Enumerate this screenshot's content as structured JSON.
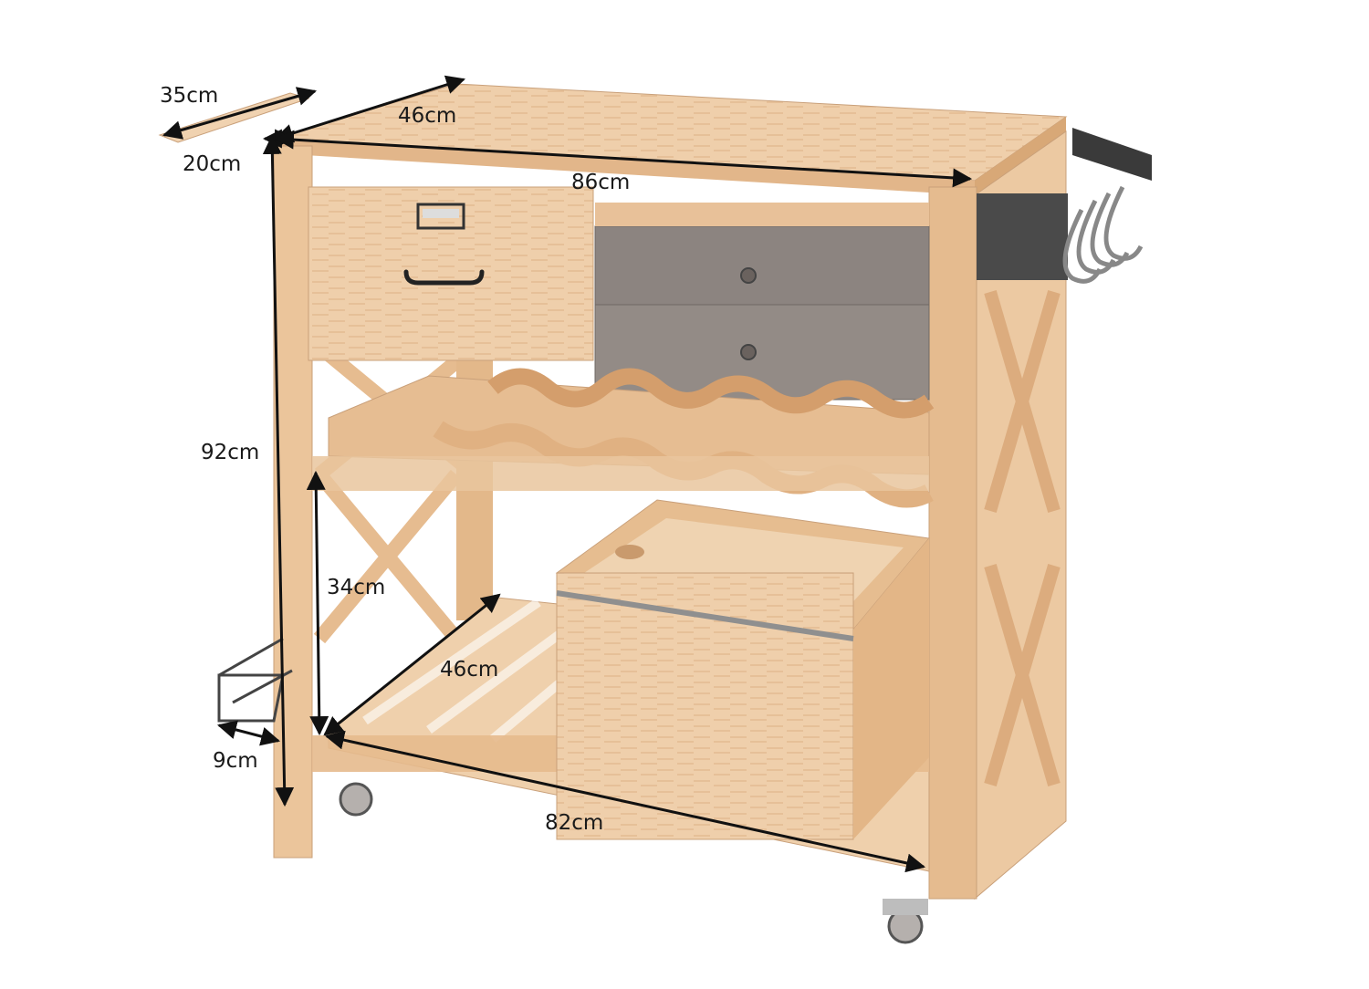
{
  "dimensions": {
    "shelf_depth": "35cm",
    "top_depth": "46cm",
    "shelf_width": "20cm",
    "top_width": "86cm",
    "total_height": "92cm",
    "bottom_clearance": "34cm",
    "bottom_depth": "46cm",
    "side_rack_depth": "9cm",
    "bottom_width": "82cm"
  },
  "colors": {
    "wood_light": "#f3d7b8",
    "wood_mid": "#e7bf95",
    "wood_dark": "#d9a877",
    "drawer_dark": "#8a8480",
    "metal": "#8f8f8f",
    "arrow": "#111111"
  }
}
